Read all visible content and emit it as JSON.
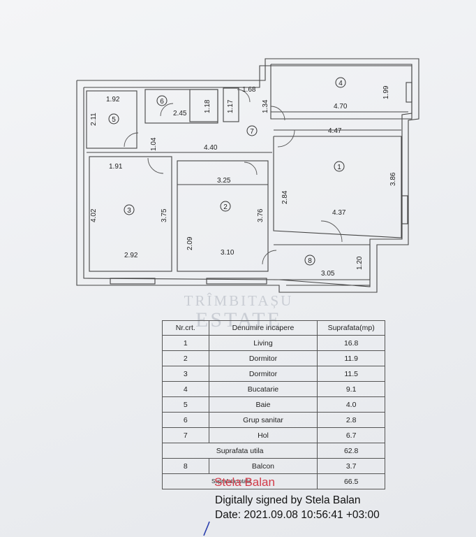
{
  "plan": {
    "rooms": [
      {
        "id": "1",
        "label": "1"
      },
      {
        "id": "2",
        "label": "2"
      },
      {
        "id": "3",
        "label": "3"
      },
      {
        "id": "4",
        "label": "4"
      },
      {
        "id": "5",
        "label": "5"
      },
      {
        "id": "6",
        "label": "6"
      },
      {
        "id": "7",
        "label": "7"
      },
      {
        "id": "8",
        "label": "8"
      }
    ],
    "dims": {
      "d_1_92": "1.92",
      "d_2_11": "2.11",
      "d_2_45": "2.45",
      "d_1_18": "1.18",
      "d_1_17": "1.17",
      "d_1_68": "1.68",
      "d_1_34": "1.34",
      "d_4_70": "4.70",
      "d_1_99": "1.99",
      "d_4_47": "4.47",
      "d_1_04": "1.04",
      "d_4_40": "4.40",
      "d_1_91": "1.91",
      "d_3_25": "3.25",
      "d_3_86": "3.86",
      "d_2_84": "2.84",
      "d_4_02": "4.02",
      "d_3_75": "3.75",
      "d_3_76": "3.76",
      "d_4_37": "4.37",
      "d_2_09": "2.09",
      "d_2_92": "2.92",
      "d_3_10": "3.10",
      "d_1_20": "1.20",
      "d_3_05": "3.05"
    }
  },
  "watermark": {
    "line1": "TRÎMBITAȘU",
    "line2": "ESTATE"
  },
  "table": {
    "headers": [
      "Nr.crt.",
      "Denumire incapere",
      "Suprafata(mp)"
    ],
    "rows": [
      {
        "nr": "1",
        "name": "Living",
        "area": "16.8"
      },
      {
        "nr": "2",
        "name": "Dormitor",
        "area": "11.9"
      },
      {
        "nr": "3",
        "name": "Dormitor",
        "area": "11.5"
      },
      {
        "nr": "4",
        "name": "Bucatarie",
        "area": "9.1"
      },
      {
        "nr": "5",
        "name": "Baie",
        "area": "4.0"
      },
      {
        "nr": "6",
        "name": "Grup sanitar",
        "area": "2.8"
      },
      {
        "nr": "7",
        "name": "Hol",
        "area": "6.7"
      }
    ],
    "util_label": "Suprafata utila",
    "util_area": "62.8",
    "balcon_nr": "8",
    "balcon_name": "Balcon",
    "balcon_area": "3.7",
    "total_label": "Suprafata totala",
    "total_area": "66.5"
  },
  "signature": {
    "name": "Stela Balan",
    "line1": "Digitally signed by Stela Balan",
    "line2": "Date: 2021.09.08 10:56:41 +03:00"
  }
}
